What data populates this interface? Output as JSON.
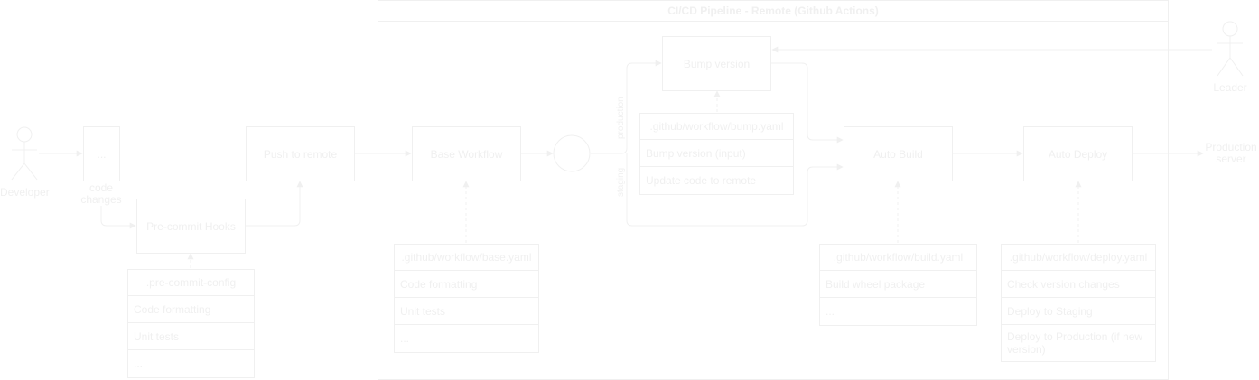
{
  "pipeline": {
    "title": "CI/CD Pipeline - Remote (Github Actions)"
  },
  "actors": {
    "developer": "Developer",
    "leader": "Leader"
  },
  "local": {
    "code_changes_box": "...",
    "code_changes_label": "code\nchanges",
    "pre_commit": "Pre-commit Hooks",
    "push": "Push to remote",
    "precommit_config": {
      "header": ".pre-commit-config",
      "rows": [
        "Code formatting",
        "Unit tests",
        "..."
      ]
    }
  },
  "nodes": {
    "base_workflow": "Base Workflow",
    "bump_version": "Bump version",
    "auto_build": "Auto Build",
    "auto_deploy": "Auto Deploy",
    "production_server": "Production\nserver"
  },
  "branches": {
    "production": "production",
    "staging": "staging"
  },
  "configs": {
    "base": {
      "header": ".github/workflow/base.yaml",
      "rows": [
        "Code formatting",
        "Unit tests",
        "..."
      ]
    },
    "bump": {
      "header": ".github/workflow/bump.yaml",
      "rows": [
        "Bump version (input)",
        "Update code to remote"
      ]
    },
    "build": {
      "header": ".github/workflow/build.yaml",
      "rows": [
        "Build wheel package",
        "..."
      ]
    },
    "deploy": {
      "header": ".github/workflow/deploy.yaml",
      "rows": [
        "Check version changes",
        "Deploy to Staging",
        "Deploy to Production (if new version)"
      ]
    }
  }
}
